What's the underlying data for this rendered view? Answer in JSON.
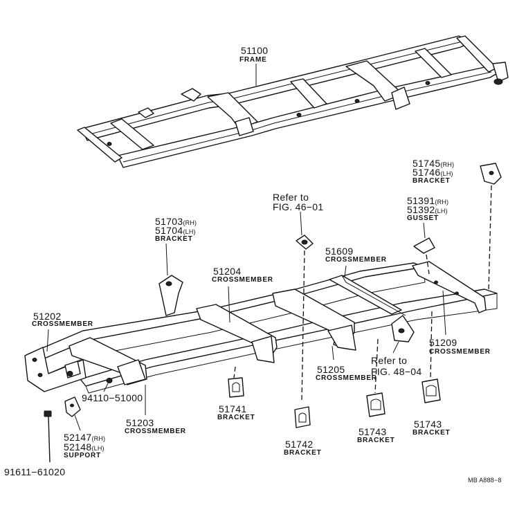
{
  "parts": {
    "frame": {
      "number": "51100",
      "name": "FRAME"
    },
    "bracket_51745": {
      "number_rh": "51745",
      "suffix_rh": "(RH)",
      "number_lh": "51746",
      "suffix_lh": "(LH)",
      "name": "BRACKET"
    },
    "refer_46": {
      "line1": "Refer to",
      "line2": "FIG. 46−01"
    },
    "gusset": {
      "number_rh": "51391",
      "suffix_rh": "(RH)",
      "number_lh": "51392",
      "suffix_lh": "(LH)",
      "name": "GUSSET"
    },
    "bracket_51703": {
      "number_rh": "51703",
      "suffix_rh": "(RH)",
      "number_lh": "51704",
      "suffix_lh": "(LH)",
      "name": "BRACKET"
    },
    "crossmember_51609": {
      "number": "51609",
      "name": "CROSSMEMBER"
    },
    "crossmember_51204": {
      "number": "51204",
      "name": "CROSSMEMBER"
    },
    "crossmember_51202": {
      "number": "51202",
      "name": "CROSSMEMBER"
    },
    "crossmember_51209": {
      "number": "51209",
      "name": "CROSSMEMBER"
    },
    "crossmember_51205": {
      "number": "51205",
      "name": "CROSSMEMBER"
    },
    "refer_48": {
      "line1": "Refer to",
      "line2": "FIG. 48−04"
    },
    "bolt_94110": {
      "number": "94110−51000"
    },
    "bracket_51741": {
      "number": "51741",
      "name": "BRACKET"
    },
    "crossmember_51203": {
      "number": "51203",
      "name": "CROSSMEMBER"
    },
    "bracket_51743a": {
      "number": "51743",
      "name": "BRACKET"
    },
    "bracket_51743b": {
      "number": "51743",
      "name": "BRACKET"
    },
    "bracket_51742": {
      "number": "51742",
      "name": "BRACKET"
    },
    "support": {
      "number_rh": "52147",
      "suffix_rh": "(RH)",
      "number_lh": "52148",
      "suffix_lh": "(LH)",
      "name": "SUPPORT"
    },
    "bolt_91611": {
      "number": "91611−61020"
    }
  },
  "footer": {
    "code": "MB A888−8"
  }
}
